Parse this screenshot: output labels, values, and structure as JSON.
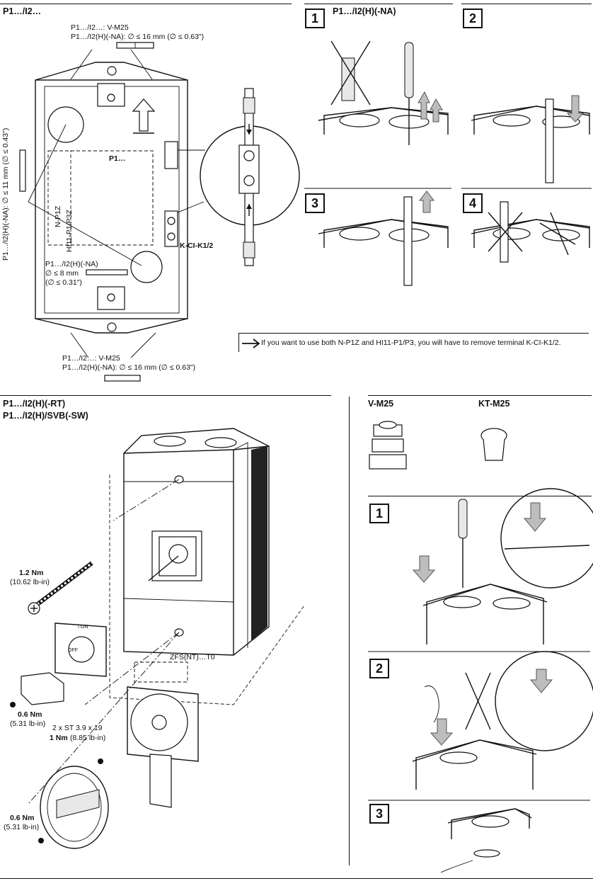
{
  "top_left": {
    "title": "P1…/I2…",
    "label_top_1": "P1…/I2…: V-M25",
    "label_top_2": "P1…/I2(H)(-NA): ∅ ≤ 16 mm (∅ ≤ 0.63\")",
    "label_side": "P1…/I2(H)(-NA): ∅ ≤ 11 mm (∅ ≤ 0.43\")",
    "label_p1": "P1…",
    "label_np1z": "N-P1Z",
    "label_hi11": "HI11-P1/P3Z",
    "label_small_1": "P1…/I2(H)(-NA)",
    "label_small_2": "∅ ≤ 8 mm",
    "label_small_3": "(∅ ≤ 0.31\")",
    "label_terminal": "K-CI-K1/2",
    "label_bottom_1": "P1…/I2…: V-M25",
    "label_bottom_2": "P1…/I2(H)(-NA): ∅ ≤ 16 mm (∅ ≤ 0.63\")"
  },
  "top_right": {
    "title": "P1…/I2(H)(-NA)",
    "steps": [
      "1",
      "2",
      "3",
      "4"
    ]
  },
  "note": {
    "text": "If you want to use both N-P1Z and HI11-P1/P3, you will have to remove terminal K-CI-K1/2."
  },
  "bottom_left": {
    "title_1": "P1…/I2(H)(-RT)",
    "title_2": "P1…/I2(H)/SVB(-SW)",
    "torque_1_value": "1.2 Nm",
    "torque_1_imperial": "(10.62 lb-in)",
    "torque_2_value": "0.6 Nm",
    "torque_2_imperial": "(5.31 lb-in)",
    "screws_label": "2 x ST 3.9 x 19",
    "torque_3_value": "1 Nm",
    "torque_3_imperial": "(8.85 lb-in)",
    "torque_4_value": "0.6 Nm",
    "torque_4_imperial": "(5.31 lb-in)",
    "zfs_label": "ZFS(NT)…T0",
    "on_label": "I ON",
    "off_label": "OFF"
  },
  "bottom_right": {
    "label_vm25": "V-M25",
    "label_ktm25": "KT-M25",
    "steps": [
      "1",
      "2",
      "3"
    ]
  },
  "colors": {
    "ink": "#111111",
    "grey_arrow": "#bdbdbd",
    "background": "#ffffff"
  }
}
